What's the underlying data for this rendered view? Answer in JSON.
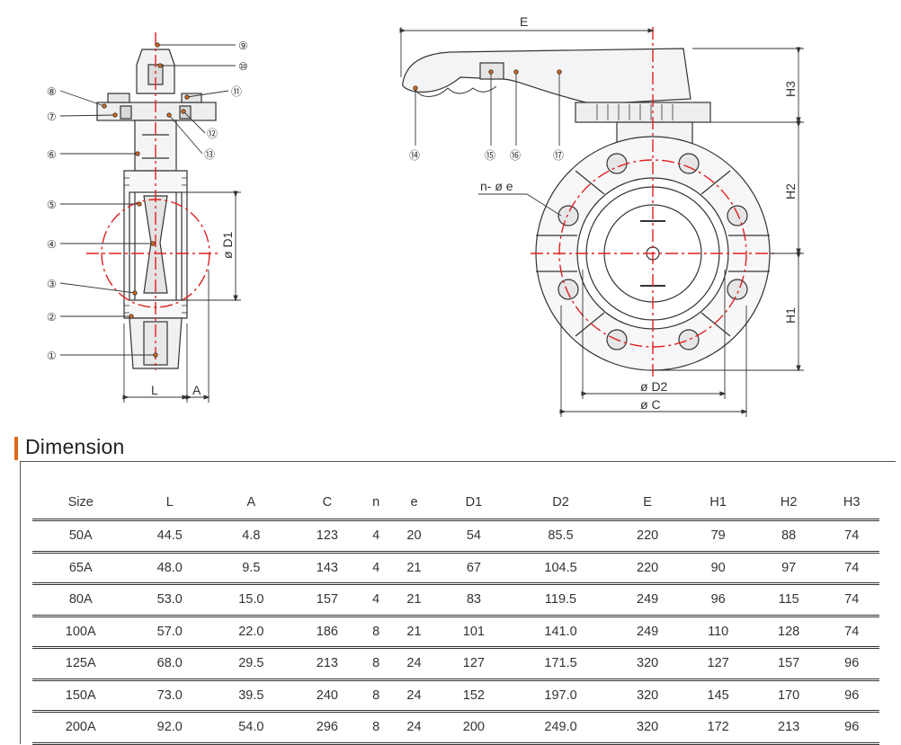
{
  "drawing": {
    "callouts_left": [
      "⑧",
      "⑦",
      "⑥",
      "⑤",
      "④",
      "③",
      "②",
      "①"
    ],
    "callouts_top_left": [
      "⑨",
      "⑩",
      "⑪",
      "⑫",
      "⑬"
    ],
    "callouts_right": [
      "⑭",
      "⑮",
      "⑯",
      "⑰"
    ],
    "dim_labels": {
      "L": "L",
      "A": "A",
      "D1": "ø D1",
      "E": "E",
      "H1": "H1",
      "H2": "H2",
      "H3": "H3",
      "D2": "ø D2",
      "C": "ø C",
      "ne": "n- ø e"
    },
    "colors": {
      "centerline": "#e02020",
      "accent": "#e06a14",
      "ink": "#333333"
    }
  },
  "section": {
    "title": "Dimension"
  },
  "table": {
    "headers": [
      "Size",
      "L",
      "A",
      "C",
      "n",
      "e",
      "D1",
      "D2",
      "E",
      "H1",
      "H2",
      "H3"
    ],
    "rows": [
      [
        "50A",
        "44.5",
        "4.8",
        "123",
        "4",
        "20",
        "54",
        "85.5",
        "220",
        "79",
        "88",
        "74"
      ],
      [
        "65A",
        "48.0",
        "9.5",
        "143",
        "4",
        "21",
        "67",
        "104.5",
        "220",
        "90",
        "97",
        "74"
      ],
      [
        "80A",
        "53.0",
        "15.0",
        "157",
        "4",
        "21",
        "83",
        "119.5",
        "249",
        "96",
        "115",
        "74"
      ],
      [
        "100A",
        "57.0",
        "22.0",
        "186",
        "8",
        "21",
        "101",
        "141.0",
        "249",
        "110",
        "128",
        "74"
      ],
      [
        "125A",
        "68.0",
        "29.5",
        "213",
        "8",
        "24",
        "127",
        "171.5",
        "320",
        "127",
        "157",
        "96"
      ],
      [
        "150A",
        "73.0",
        "39.5",
        "240",
        "8",
        "24",
        "152",
        "197.0",
        "320",
        "145",
        "170",
        "96"
      ],
      [
        "200A",
        "92.0",
        "54.0",
        "296",
        "8",
        "24",
        "200",
        "249.0",
        "320",
        "172",
        "213",
        "96"
      ]
    ]
  }
}
